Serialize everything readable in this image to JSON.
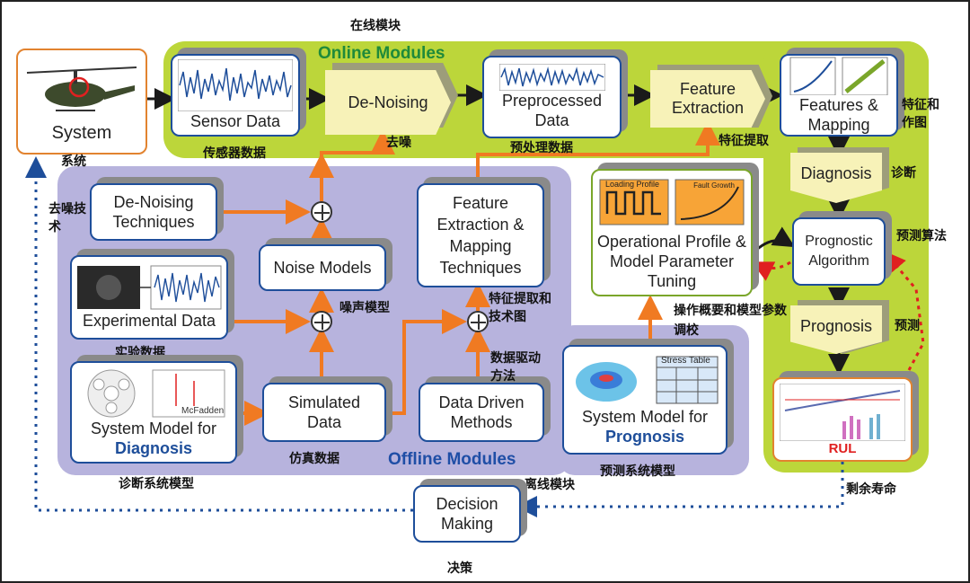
{
  "title_zh": "在线模块",
  "online_title": "Online Modules",
  "offline_title": "Offline Modules",
  "offline_title_zh": "离线模块",
  "system": {
    "label": "System",
    "zh": "系统"
  },
  "sensor_data": {
    "label": "Sensor Data",
    "zh": "传感器数据"
  },
  "denoising": {
    "label": "De-Noising",
    "zh": "去噪"
  },
  "preprocessed": {
    "label": "Preprocessed Data",
    "zh": "预处理数据"
  },
  "feature_extraction": {
    "label": "Feature Extraction",
    "zh": "特征提取"
  },
  "features_mapping": {
    "label": "Features & Mapping",
    "zh": "特征和作图"
  },
  "diagnosis": {
    "label": "Diagnosis",
    "zh": "诊断"
  },
  "prognostic_algorithm": {
    "label": "Prognostic Algorithm",
    "zh": "预测算法"
  },
  "prognosis": {
    "label": "Prognosis",
    "zh": "预测"
  },
  "rul": {
    "label": "RUL",
    "zh": "剩余寿命"
  },
  "denoising_techniques": {
    "label": "De-Noising Techniques",
    "zh": "去噪技术"
  },
  "noise_models": {
    "label": "Noise Models",
    "zh": "噪声模型"
  },
  "experimental_data": {
    "label": "Experimental Data",
    "zh": "实验数据"
  },
  "system_model_diagnosis": {
    "label_line1": "System Model for",
    "label_line2": "Diagnosis",
    "zh": "诊断系统模型",
    "inset": "McFadden"
  },
  "simulated_data": {
    "label": "Simulated Data",
    "zh": "仿真数据"
  },
  "data_driven": {
    "label": "Data Driven Methods",
    "zh": "数据驱动方法"
  },
  "fe_mapping_tech": {
    "label": "Feature Extraction & Mapping Techniques",
    "zh": "特征提取和技术图"
  },
  "operational_profile": {
    "label": "Operational Profile & Model Parameter Tuning",
    "zh": "操作概要和模型参数调校",
    "loading_profile": "Loading Profile",
    "fault_growth": "Fault Growth"
  },
  "system_model_prognosis": {
    "label_line1": "System Model for",
    "label_line2": "Prognosis",
    "zh": "预测系统模型",
    "stress_table": "Stress Table"
  },
  "decision_making": {
    "label": "Decision Making",
    "zh": "决策"
  },
  "colors": {
    "online": "#bcd63a",
    "offline": "#b7b3dd",
    "arrow_orange": "#f07a22",
    "arrow_black": "#1a1a1a",
    "dashed_blue": "#1e4e9a",
    "dashed_red": "#e02020"
  }
}
